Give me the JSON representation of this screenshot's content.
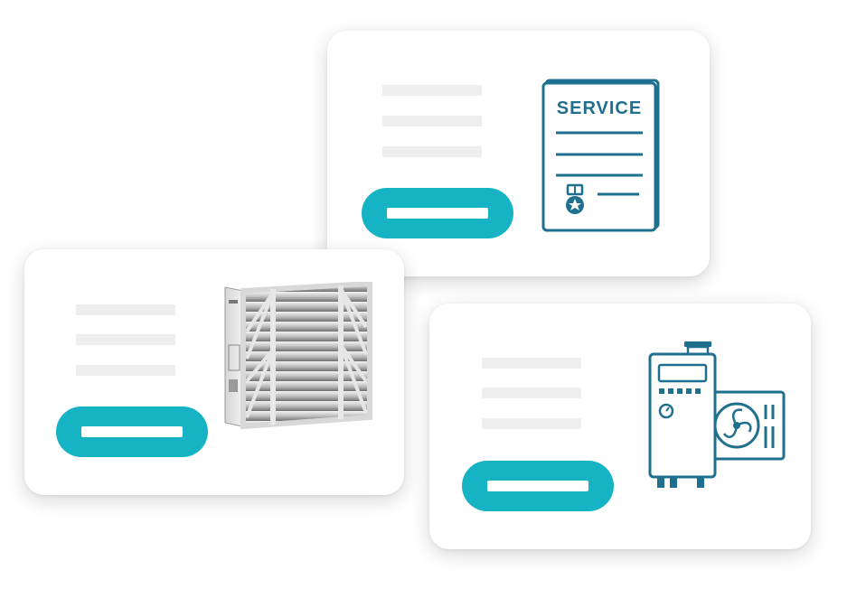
{
  "colors": {
    "accent": "#16b3c5",
    "icon_blue": "#1f6f8f",
    "placeholder_gray": "#eeeeee",
    "card_bg": "#ffffff"
  },
  "cards": [
    {
      "name": "service",
      "illustration": "service-certificate-icon",
      "certificate_title": "SERVICE"
    },
    {
      "name": "filter",
      "illustration": "air-filter-image"
    },
    {
      "name": "hvac",
      "illustration": "furnace-ac-unit-icon"
    }
  ]
}
